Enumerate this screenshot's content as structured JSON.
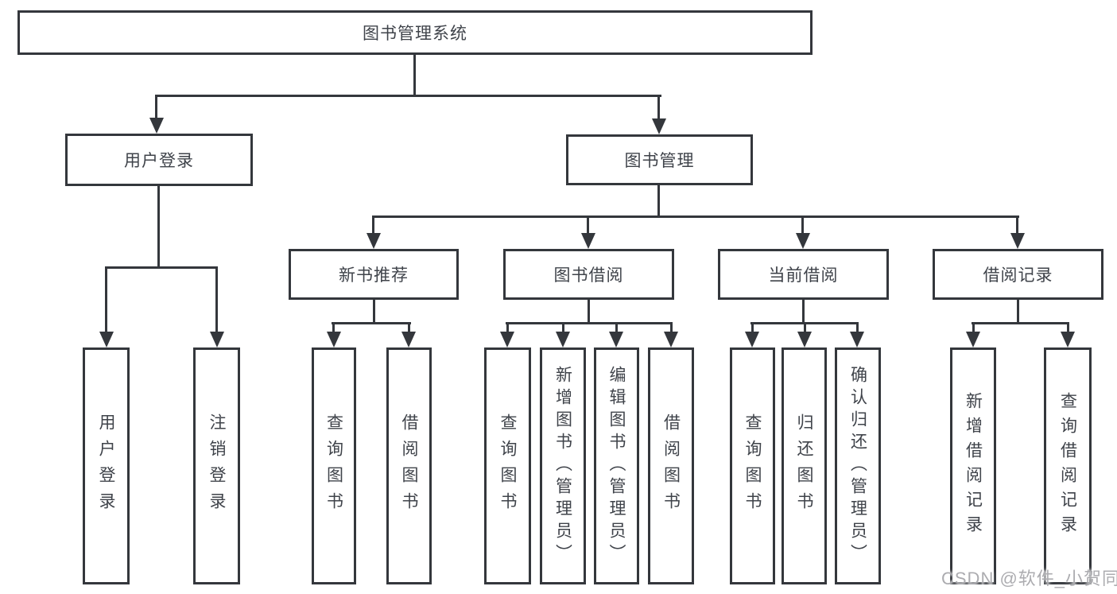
{
  "diagram": {
    "root": {
      "label": "图书管理系统",
      "children": [
        {
          "label": "用户登录",
          "children": [
            {
              "label": "用户登录"
            },
            {
              "label": "注销登录"
            }
          ]
        },
        {
          "label": "图书管理",
          "children": [
            {
              "label": "新书推荐",
              "children": [
                {
                  "label": "查询图书"
                },
                {
                  "label": "借阅图书"
                }
              ]
            },
            {
              "label": "图书借阅",
              "children": [
                {
                  "label": "查询图书"
                },
                {
                  "label": "新增图书（管理员）"
                },
                {
                  "label": "编辑图书（管理员）"
                },
                {
                  "label": "借阅图书"
                }
              ]
            },
            {
              "label": "当前借阅",
              "children": [
                {
                  "label": "查询图书"
                },
                {
                  "label": "归还图书"
                },
                {
                  "label": "确认归还（管理员）"
                }
              ]
            },
            {
              "label": "借阅记录",
              "children": [
                {
                  "label": "新增借阅记录"
                },
                {
                  "label": "查询借阅记录"
                }
              ]
            }
          ]
        }
      ]
    }
  },
  "watermark": {
    "text": "CSDN @软件_小贺同学"
  },
  "colors": {
    "line": "#34373c",
    "text": "#3f434a",
    "background": "#ffffff",
    "watermark": "#a8a8ac"
  }
}
